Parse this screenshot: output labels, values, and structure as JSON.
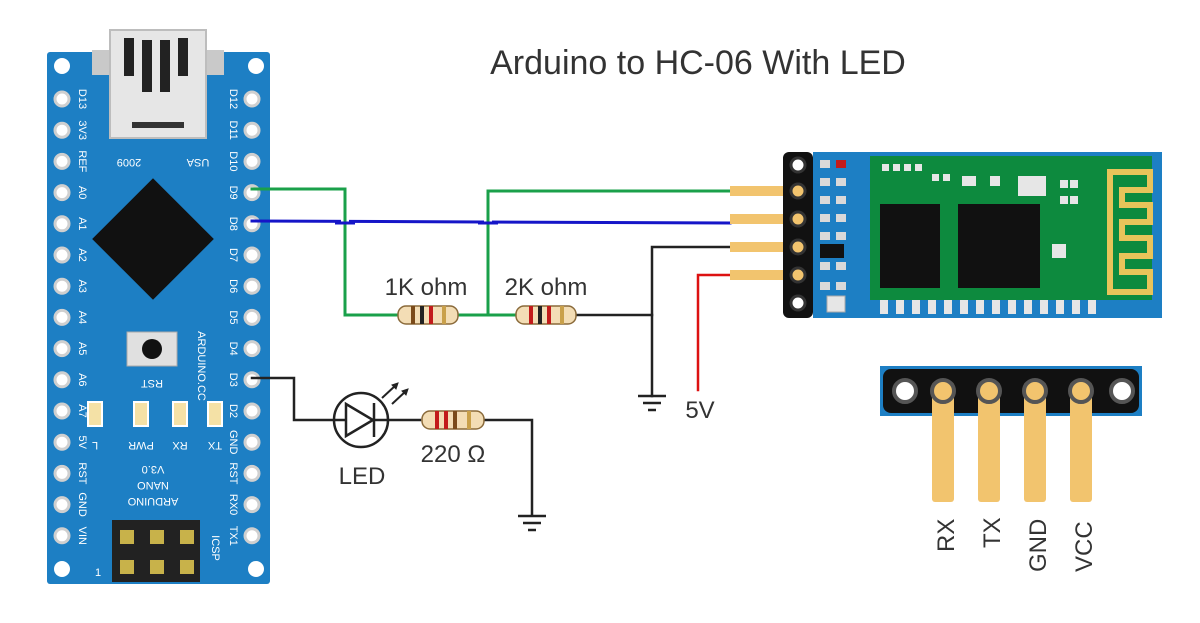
{
  "title": "Arduino to HC-06 With LED",
  "components": {
    "arduino": {
      "left_pins": [
        "D13",
        "3V3",
        "REF",
        "A0",
        "A1",
        "A2",
        "A3",
        "A4",
        "A5",
        "A6",
        "A7",
        "5V",
        "RST",
        "GND",
        "VIN"
      ],
      "right_pins": [
        "D12",
        "D11",
        "D10",
        "D9",
        "D8",
        "D7",
        "D6",
        "D5",
        "D4",
        "D3",
        "D2",
        "GND",
        "RST",
        "RX0",
        "TX1"
      ],
      "usb_year": "2009",
      "usb_country": "USA",
      "rst_button": "RST",
      "brand_text": "ARDUINO.CC",
      "led_labels": [
        "L",
        "PWR",
        "RX",
        "TX"
      ],
      "board_name": [
        "ARDUINO",
        "NANO",
        "V3.0"
      ],
      "icsp_label": "ICSP",
      "icsp_pin1": "1"
    },
    "resistor_1": "1K ohm",
    "resistor_2": "2K ohm",
    "resistor_led": "220 Ω",
    "led": "LED",
    "supply": "5V",
    "hc06_pins": [
      "RX",
      "TX",
      "GND",
      "VCC"
    ]
  },
  "colors": {
    "board_blue": "#1d7fc4",
    "wire_green": "#1aa04a",
    "wire_blue": "#1515c8",
    "wire_red": "#dd1111",
    "wire_black": "#222222",
    "pin_gold": "#f2c46e"
  },
  "icons": [
    "ground-symbol",
    "led-symbol",
    "resistor-symbol",
    "usb-connector"
  ]
}
